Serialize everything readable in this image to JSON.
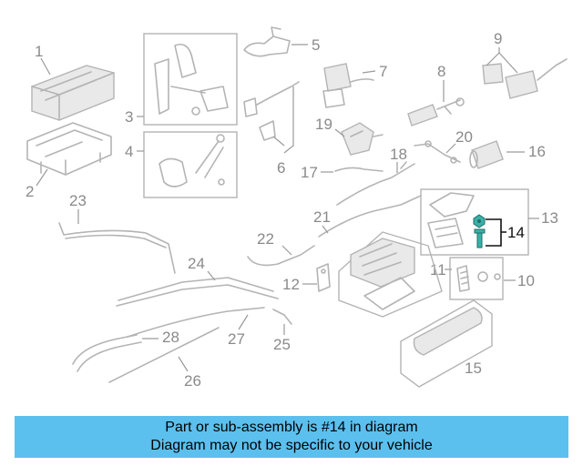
{
  "diagram": {
    "labels": {
      "l1": "1",
      "l2": "2",
      "l3": "3",
      "l4": "4",
      "l5": "5",
      "l6": "6",
      "l7": "7",
      "l8": "8",
      "l9": "9",
      "l10": "10",
      "l11": "11",
      "l12": "12",
      "l13": "13",
      "l14": "14",
      "l15": "15",
      "l16": "16",
      "l17": "17",
      "l18": "18",
      "l19": "19",
      "l20": "20",
      "l21": "21",
      "l22": "22",
      "l23": "23",
      "l24": "24",
      "l25": "25",
      "l26": "26",
      "l27": "27",
      "l28": "28"
    },
    "highlight_color": "#3ab0a8"
  },
  "banner": {
    "line1": "Part or sub-assembly is #14 in diagram",
    "line2": "Diagram may not be specific to your vehicle",
    "color": "#5bc0ee"
  }
}
